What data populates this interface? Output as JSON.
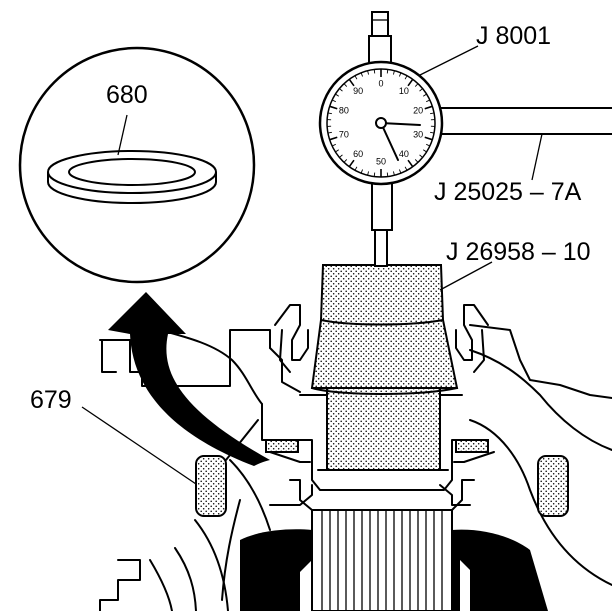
{
  "callouts": {
    "dial_indicator": "J 8001",
    "indicator_post": "J 25025 – 7A",
    "gage_plug": "J 26958 – 10",
    "washer": "680",
    "housing_part": "679"
  },
  "dial": {
    "numbers": [
      "0",
      "10",
      "20",
      "30",
      "40",
      "50",
      "60",
      "70",
      "80",
      "90"
    ]
  },
  "icons": {
    "arrow": "curved-arrow-icon"
  },
  "colors": {
    "line": "#000000",
    "dots": "#000000",
    "background": "#ffffff"
  }
}
